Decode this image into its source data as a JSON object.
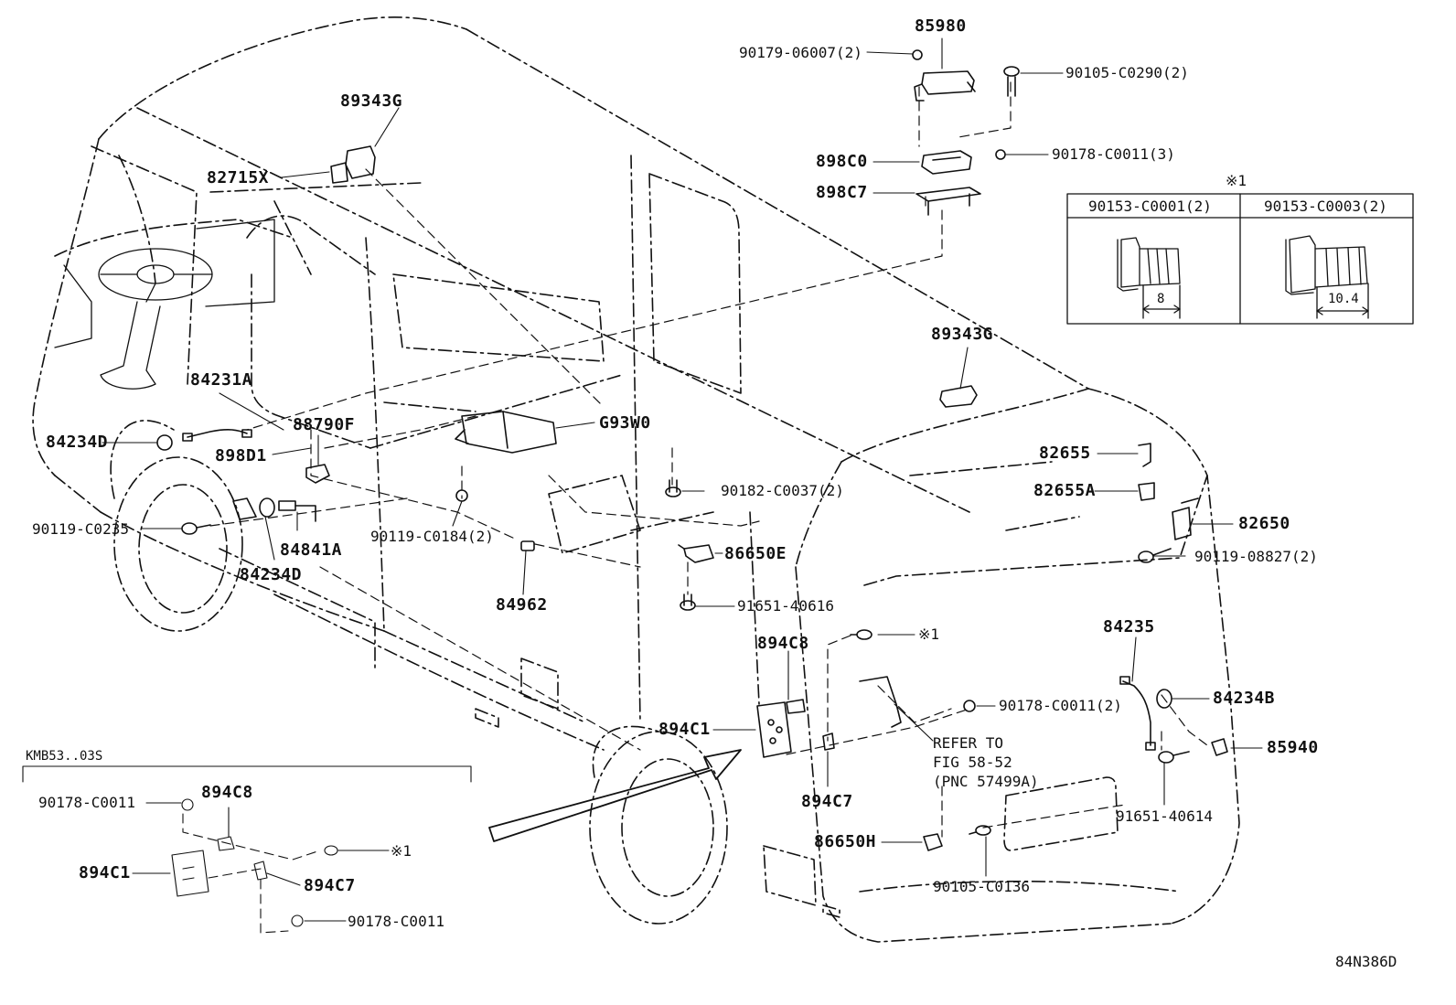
{
  "diagram_id": "84N386D",
  "labels": {
    "l85980": "85980",
    "l90179_06007": "90179-06007(2)",
    "l90105_C0290": "90105-C0290(2)",
    "l89343G_top": "89343G",
    "l82715X": "82715X",
    "l898C0": "898C0",
    "l898C7": "898C7",
    "l90178_C0011_3": "90178-C0011(3)",
    "l89343G_roof": "89343G",
    "l84231A": "84231A",
    "l84234D_left": "84234D",
    "l88790F": "88790F",
    "l898D1": "898D1",
    "lG93W0": "G93W0",
    "l90119_C0235": "90119-C0235",
    "l84841A": "84841A",
    "l84234D_bottom": "84234D",
    "l90119_C0184": "90119-C0184(2)",
    "l90182_C0037": "90182-C0037(2)",
    "l84962": "84962",
    "l86650E": "86650E",
    "l91651_40616": "91651-40616",
    "l82655": "82655",
    "l82655A": "82655A",
    "l82650": "82650",
    "l90119_08827": "90119-08827(2)",
    "l894C8": "894C8",
    "l894C1": "894C1",
    "lx1_mid": "※1",
    "l84235": "84235",
    "l84234B": "84234B",
    "l90178_C0011_2": "90178-C0011(2)",
    "lrefer1": "REFER TO",
    "lrefer2": "FIG 58-52",
    "lrefer3": "(PNC 57499A)",
    "l85940": "85940",
    "l91651_40614": "91651-40614",
    "l894C7": "894C7",
    "l86650H": "86650H",
    "l90105_C0136": "90105-C0136"
  },
  "inset_table": {
    "note": "※1",
    "col1": "90153-C0001(2)",
    "col2": "90153-C0003(2)",
    "dim1": "8",
    "dim2": "10.4"
  },
  "variant_box": {
    "title": "KMB53..03S",
    "l90178_a": "90178-C0011",
    "l894C8": "894C8",
    "l894C1": "894C1",
    "l894C7": "894C7",
    "lx1": "※1",
    "l90178_b": "90178-C0011"
  }
}
